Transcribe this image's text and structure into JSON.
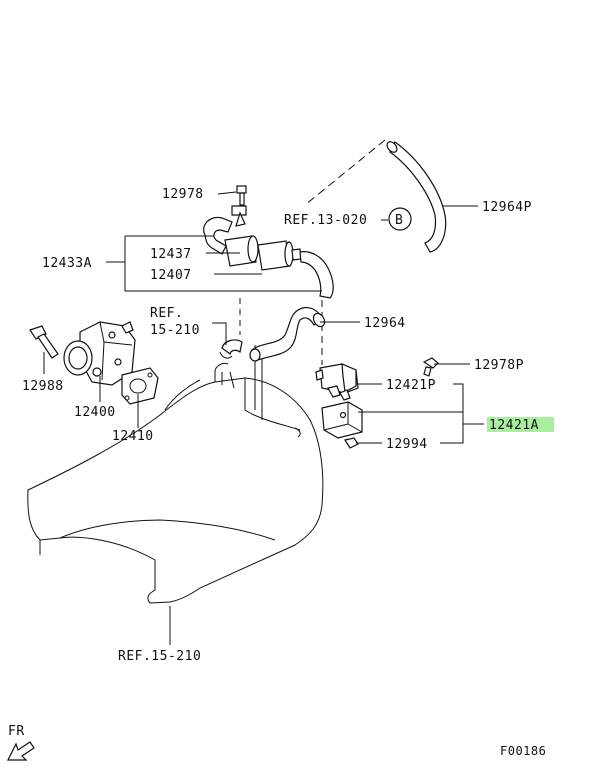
{
  "labels": {
    "p12978": "12978",
    "p12437": "12437",
    "p12433A": "12433A",
    "p12407": "12407",
    "ref13020": "REF.13-020",
    "badgeB": "B",
    "p12964P": "12964P",
    "refA": "REF.",
    "refB": "15-210",
    "p12964": "12964",
    "p12988": "12988",
    "p12400": "12400",
    "p12410": "12410",
    "p12978P": "12978P",
    "p12421P": "12421P",
    "p12421A": "12421A",
    "p12994": "12994",
    "refBottom": "REF.15-210",
    "fr": "FR",
    "figCode": "F00186"
  },
  "colors": {
    "highlight": "#a8f0a0",
    "ink": "#111111"
  }
}
